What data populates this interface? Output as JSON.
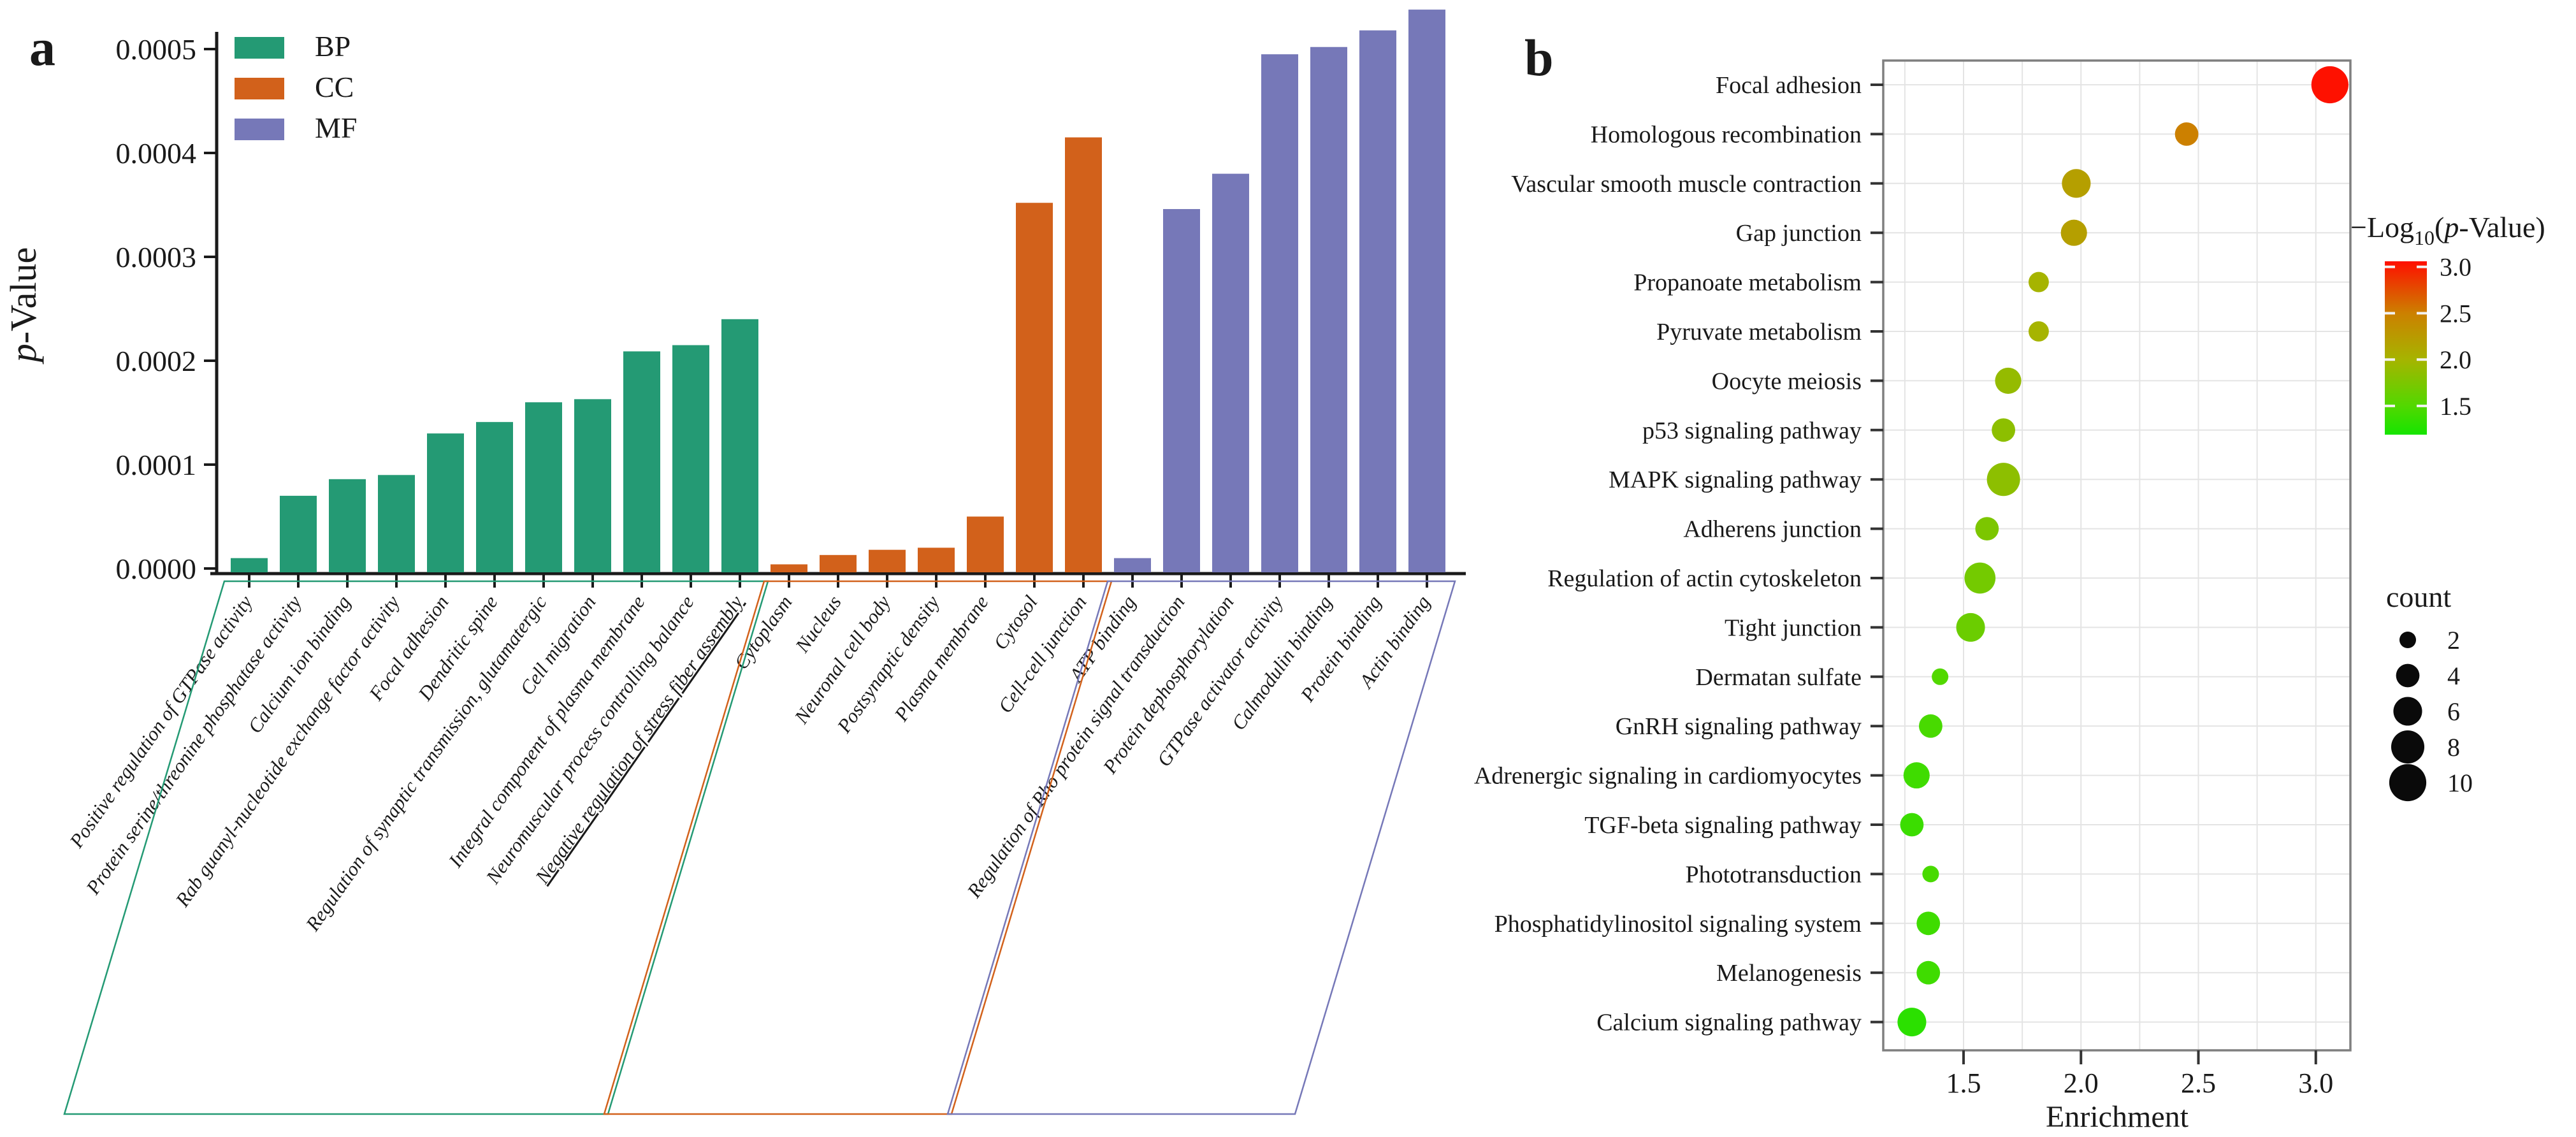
{
  "panel_a": {
    "letter": "a",
    "ylabel_italic": "p",
    "ylabel_rest": "-Value"
  },
  "panel_b": {
    "letter": "b",
    "xlabel": "Enrichment",
    "color_legend_title_prefix": "−Log",
    "color_legend_title_sub": "10",
    "color_legend_title_open": "(",
    "color_legend_title_p": "p",
    "color_legend_title_tail": "-Value)",
    "size_legend_title": "count"
  },
  "chart_data": [
    {
      "type": "bar",
      "panel": "a",
      "title": "",
      "xlabel": "",
      "ylabel": "p-Value",
      "ylim": [
        0,
        0.00055
      ],
      "yticks": [
        0.0,
        0.0001,
        0.0002,
        0.0003,
        0.0004,
        0.0005
      ],
      "grid": false,
      "legend_position": "top-left-inside",
      "legend": [
        {
          "label": "BP",
          "color": "#249a74"
        },
        {
          "label": "CC",
          "color": "#d2611b"
        },
        {
          "label": "MF",
          "color": "#7678b8"
        }
      ],
      "groups": [
        {
          "name": "BP",
          "color": "#249a74",
          "bars": [
            {
              "label": "Positive regulation of GTPase activity",
              "value": 1e-05
            },
            {
              "label": "Protein serine/threonine phosphatase activity",
              "value": 7e-05
            },
            {
              "label": "Calcium ion binding",
              "value": 8.6e-05
            },
            {
              "label": "Rab guanyl-nucleotide exchange factor activity",
              "value": 9e-05
            },
            {
              "label": "Focal adhesion",
              "value": 0.00013
            },
            {
              "label": "Dendritic spine",
              "value": 0.000141
            },
            {
              "label": "Regulation of synaptic transmission, glutamatergic",
              "value": 0.00016
            },
            {
              "label": "Cell migration",
              "value": 0.000163
            },
            {
              "label": "Integral component of plasma membrane",
              "value": 0.000209
            },
            {
              "label": "Neuromuscular process controlling balance",
              "value": 0.000215
            },
            {
              "label": "Negative regulation of stress fiber assembly",
              "value": 0.00024,
              "underline": true
            }
          ]
        },
        {
          "name": "CC",
          "color": "#d2611b",
          "bars": [
            {
              "label": "Cytoplasm",
              "value": 4e-06
            },
            {
              "label": "Nucleus",
              "value": 1.3e-05
            },
            {
              "label": "Neuronal cell body",
              "value": 1.8e-05
            },
            {
              "label": "Postsynaptic density",
              "value": 2e-05
            },
            {
              "label": "Plasma membrane",
              "value": 5e-05
            },
            {
              "label": "Cytosol",
              "value": 0.000352
            },
            {
              "label": "Cell-cell junction",
              "value": 0.000415
            }
          ]
        },
        {
          "name": "MF",
          "color": "#7678b8",
          "bars": [
            {
              "label": "ATP binding",
              "value": 1e-05
            },
            {
              "label": "Regulation of Rho protein signal transduction",
              "value": 0.000346
            },
            {
              "label": "Protein dephosphorylation",
              "value": 0.00038
            },
            {
              "label": "GTPase activator activity",
              "value": 0.000495
            },
            {
              "label": "Calmodulin binding",
              "value": 0.000502
            },
            {
              "label": "Protein binding",
              "value": 0.000518
            },
            {
              "label": "Actin binding",
              "value": 0.000538
            }
          ]
        }
      ]
    },
    {
      "type": "scatter",
      "panel": "b",
      "title": "",
      "xlabel": "Enrichment",
      "xticks": [
        1.5,
        2.0,
        2.5,
        3.0
      ],
      "xlim": [
        1.16,
        3.15
      ],
      "grid": true,
      "grid_color": "#e4e4e4",
      "color_scale": {
        "title": "-Log10(p-Value)",
        "ticks": [
          3.0,
          2.5,
          2.0,
          1.5
        ],
        "top_value": 3.06,
        "bottom_value": 1.19,
        "stops": [
          {
            "value": 3.06,
            "color": "#ff0f00"
          },
          {
            "value": 2.5,
            "color": "#cc8000"
          },
          {
            "value": 2.0,
            "color": "#a6b400"
          },
          {
            "value": 1.5,
            "color": "#52d800"
          },
          {
            "value": 1.19,
            "color": "#16e400"
          }
        ]
      },
      "size_scale": {
        "title": "count",
        "values": [
          2,
          4,
          6,
          8,
          10
        ]
      },
      "points": [
        {
          "label": "Focal adhesion",
          "enrichment": 3.06,
          "count": 10,
          "neg_log10_p": 3.05
        },
        {
          "label": "Homologous recombination",
          "enrichment": 2.45,
          "count": 4,
          "neg_log10_p": 2.5
        },
        {
          "label": "Vascular smooth muscle contraction",
          "enrichment": 1.98,
          "count": 6,
          "neg_log10_p": 2.2
        },
        {
          "label": "Gap junction",
          "enrichment": 1.97,
          "count": 5,
          "neg_log10_p": 2.2
        },
        {
          "label": "Propanoate metabolism",
          "enrichment": 1.82,
          "count": 3,
          "neg_log10_p": 2.0
        },
        {
          "label": "Pyruvate metabolism",
          "enrichment": 1.82,
          "count": 3,
          "neg_log10_p": 2.0
        },
        {
          "label": "Oocyte meiosis",
          "enrichment": 1.69,
          "count": 5,
          "neg_log10_p": 1.9
        },
        {
          "label": "p53 signaling pathway",
          "enrichment": 1.67,
          "count": 4,
          "neg_log10_p": 1.85
        },
        {
          "label": "MAPK signaling pathway",
          "enrichment": 1.67,
          "count": 8,
          "neg_log10_p": 1.85
        },
        {
          "label": "Adherens junction",
          "enrichment": 1.6,
          "count": 4,
          "neg_log10_p": 1.75
        },
        {
          "label": "Regulation of actin cytoskeleton",
          "enrichment": 1.57,
          "count": 7,
          "neg_log10_p": 1.7
        },
        {
          "label": "Tight junction",
          "enrichment": 1.53,
          "count": 6,
          "neg_log10_p": 1.65
        },
        {
          "label": "Dermatan sulfate",
          "enrichment": 1.4,
          "count": 2,
          "neg_log10_p": 1.5
        },
        {
          "label": "GnRH signaling pathway",
          "enrichment": 1.36,
          "count": 4,
          "neg_log10_p": 1.45
        },
        {
          "label": "Adrenergic signaling in cardiomyocytes",
          "enrichment": 1.3,
          "count": 5,
          "neg_log10_p": 1.4
        },
        {
          "label": "TGF-beta signaling pathway",
          "enrichment": 1.28,
          "count": 4,
          "neg_log10_p": 1.38
        },
        {
          "label": "Phototransduction",
          "enrichment": 1.36,
          "count": 2,
          "neg_log10_p": 1.45
        },
        {
          "label": "Phosphatidylinositol signaling system",
          "enrichment": 1.35,
          "count": 4,
          "neg_log10_p": 1.4
        },
        {
          "label": "Melanogenesis",
          "enrichment": 1.35,
          "count": 4,
          "neg_log10_p": 1.4
        },
        {
          "label": "Calcium signaling pathway",
          "enrichment": 1.28,
          "count": 6,
          "neg_log10_p": 1.3
        }
      ]
    }
  ]
}
